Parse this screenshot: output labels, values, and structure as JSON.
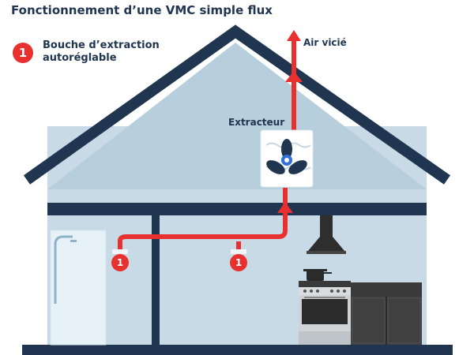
{
  "title": "Fonctionnement d’une VMC simple flux",
  "legend": {
    "number": "1",
    "text": "Bouche d’extraction autoréglable"
  },
  "labels": {
    "air": "Air vicié",
    "extractor": "Extracteur"
  },
  "extraction_points": [
    {
      "number": "1"
    },
    {
      "number": "1"
    }
  ],
  "colors": {
    "navy": "#1f3550",
    "duct_red": "#e8302e",
    "wall": "#c8dae6",
    "attic": "#b7cedd",
    "white": "#ffffff"
  },
  "icons": [
    "fan-icon",
    "shower-icon",
    "range-hood-icon",
    "pot-icon",
    "oven-icon"
  ]
}
